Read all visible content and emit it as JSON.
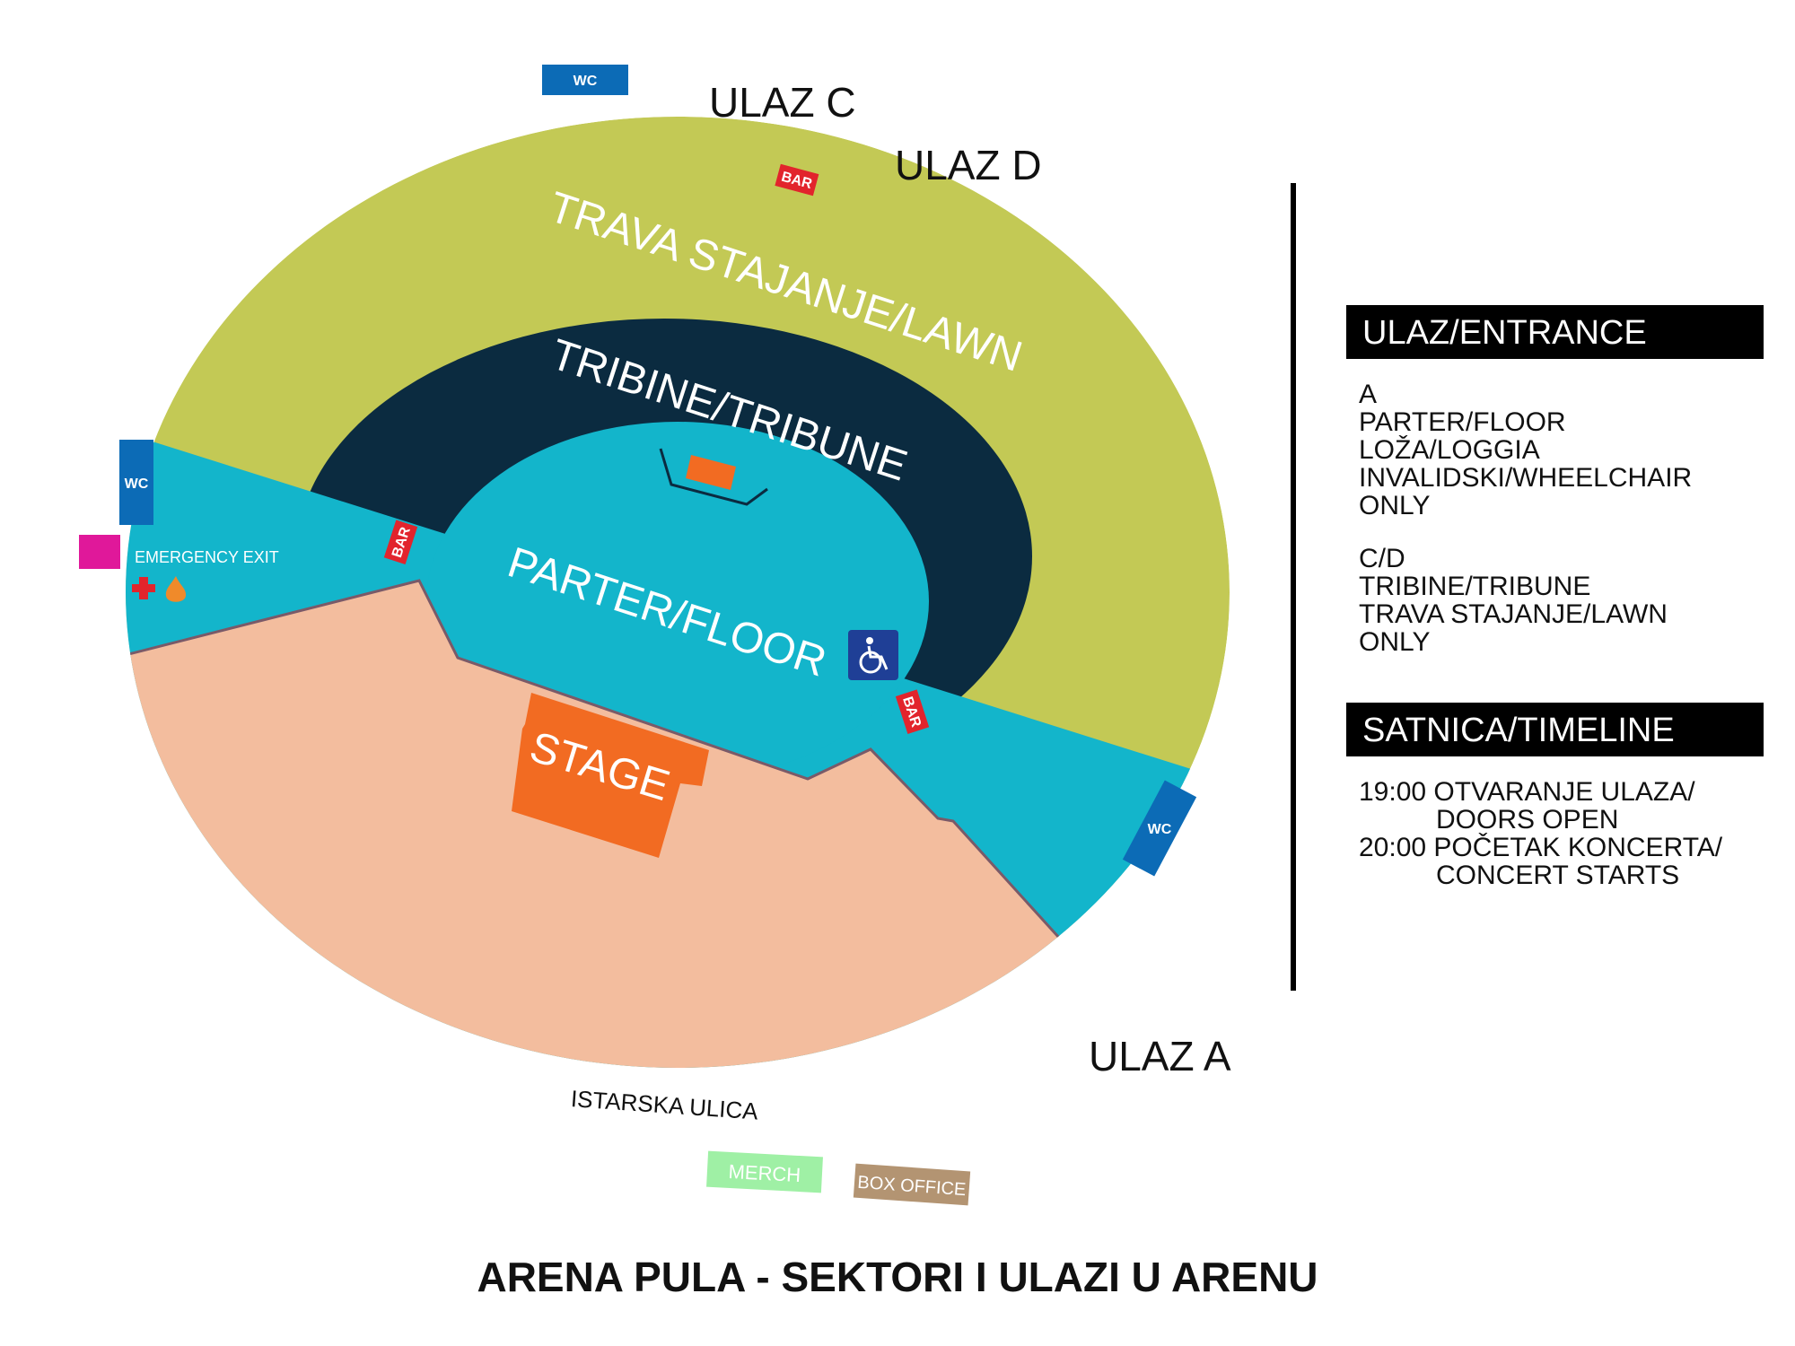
{
  "title": "ARENA PULA - SEKTORI I ULAZI U ARENU",
  "colors": {
    "lawn": "#c3c955",
    "tribune": "#0b2b40",
    "floor": "#13b5cb",
    "side": "#13b5cb",
    "front": "#f3bd9e",
    "stage": "#f26b22",
    "wc": "#0c6bb6",
    "bar": "#e2242c",
    "emergency": "#e0189a",
    "merch": "#9ff0a5",
    "box_office": "#b39472",
    "accessible": "#1f3f96"
  },
  "sectors": {
    "lawn": "TRAVA STAJANJE/LAWN",
    "tribune": "TRIBINE/TRIBUNE",
    "floor": "PARTER/FLOOR",
    "stage": "STAGE"
  },
  "entrances": {
    "c": "ULAZ C",
    "d": "ULAZ D",
    "a": "ULAZ A"
  },
  "facilities": {
    "wc": "WC",
    "bar": "BAR",
    "emergency_exit": "EMERGENCY EXIT",
    "merch": "MERCH",
    "box_office": "BOX OFFICE",
    "street": "ISTARSKA ULICA"
  },
  "icons": [
    "first-aid-icon",
    "fire-icon",
    "wheelchair-icon"
  ],
  "legend": {
    "entrance_header": "ULAZ/ENTRANCE",
    "entrance_a": [
      "A",
      "PARTER/FLOOR",
      "LOŽA/LOGGIA",
      "INVALIDSKI/WHEELCHAIR",
      "ONLY"
    ],
    "entrance_cd": [
      "C/D",
      "TRIBINE/TRIBUNE",
      "TRAVA STAJANJE/LAWN",
      "ONLY"
    ],
    "timeline_header": "SATNICA/TIMELINE",
    "timeline": [
      {
        "line1": "19:00 OTVARANJE ULAZA/",
        "line2": "DOORS OPEN"
      },
      {
        "line1": "20:00 POČETAK KONCERTA/",
        "line2": "CONCERT STARTS"
      }
    ]
  }
}
